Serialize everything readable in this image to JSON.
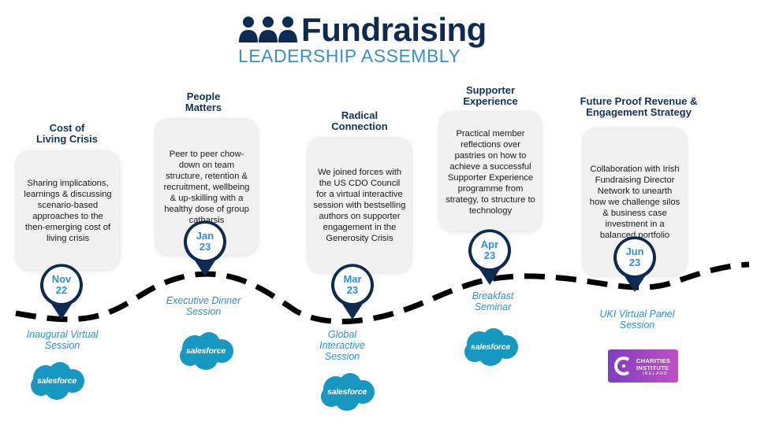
{
  "header": {
    "title": "Fundraising",
    "subtitle": "LEADERSHIP ASSEMBLY",
    "icon": "people-group-icon"
  },
  "colors": {
    "navy": "#0f2a52",
    "accent_blue": "#2f8fd6",
    "card_bg": "#f1f1f2",
    "salesforce_blue": "#1798c1",
    "charities_purple": "#9b47c2"
  },
  "events": [
    {
      "heading_line1": "Cost of",
      "heading_line2": "Living Crisis",
      "description": "Sharing  implications, learnings & discussing scenario-based approaches to the then-emerging cost of living crisis",
      "month": "Nov",
      "year": "22",
      "event_line1": "Inaugural Virtual",
      "event_line2": "Session",
      "event_line3": "",
      "partner": "salesforce"
    },
    {
      "heading_line1": "People",
      "heading_line2": "Matters",
      "description": "Peer to peer chow-down on team structure, retention & recruitment, wellbeing & up-skilling with a healthy dose of group catharsis",
      "month": "Jan",
      "year": "23",
      "event_line1": "Executive Dinner",
      "event_line2": "Session",
      "event_line3": "",
      "partner": "salesforce"
    },
    {
      "heading_line1": "Radical",
      "heading_line2": "Connection",
      "description": "We joined forces with the US CDO Council for a virtual interactive session with bestselling authors on supporter engagement in the Generosity Crisis",
      "month": "Mar",
      "year": "23",
      "event_line1": "Global",
      "event_line2": "Interactive",
      "event_line3": "Session",
      "partner": "salesforce"
    },
    {
      "heading_line1": "Supporter",
      "heading_line2": "Experience",
      "description": "Practical member reflections over pastries on how to achieve a successful Supporter Experience programme from strategy, to structure to technology",
      "month": "Apr",
      "year": "23",
      "event_line1": "Breakfast",
      "event_line2": "Seminar",
      "event_line3": "",
      "partner": "salesforce"
    },
    {
      "heading_line1": "Future Proof Revenue &",
      "heading_line2": "Engagement Strategy",
      "description": "Collaboration with Irish Fundraising Director Network to unearth how we challenge silos & business case investment in a balanced portfolio",
      "month": "Jun",
      "year": "23",
      "event_line1": "UKI Virtual Panel",
      "event_line2": "Session",
      "event_line3": "",
      "partner": "charities institute ireland"
    }
  ],
  "partners": {
    "salesforce_label": "salesforce",
    "charities_line1": "CHARITIES",
    "charities_line2": "INSTITUTE",
    "charities_line3": "IRELAND"
  }
}
